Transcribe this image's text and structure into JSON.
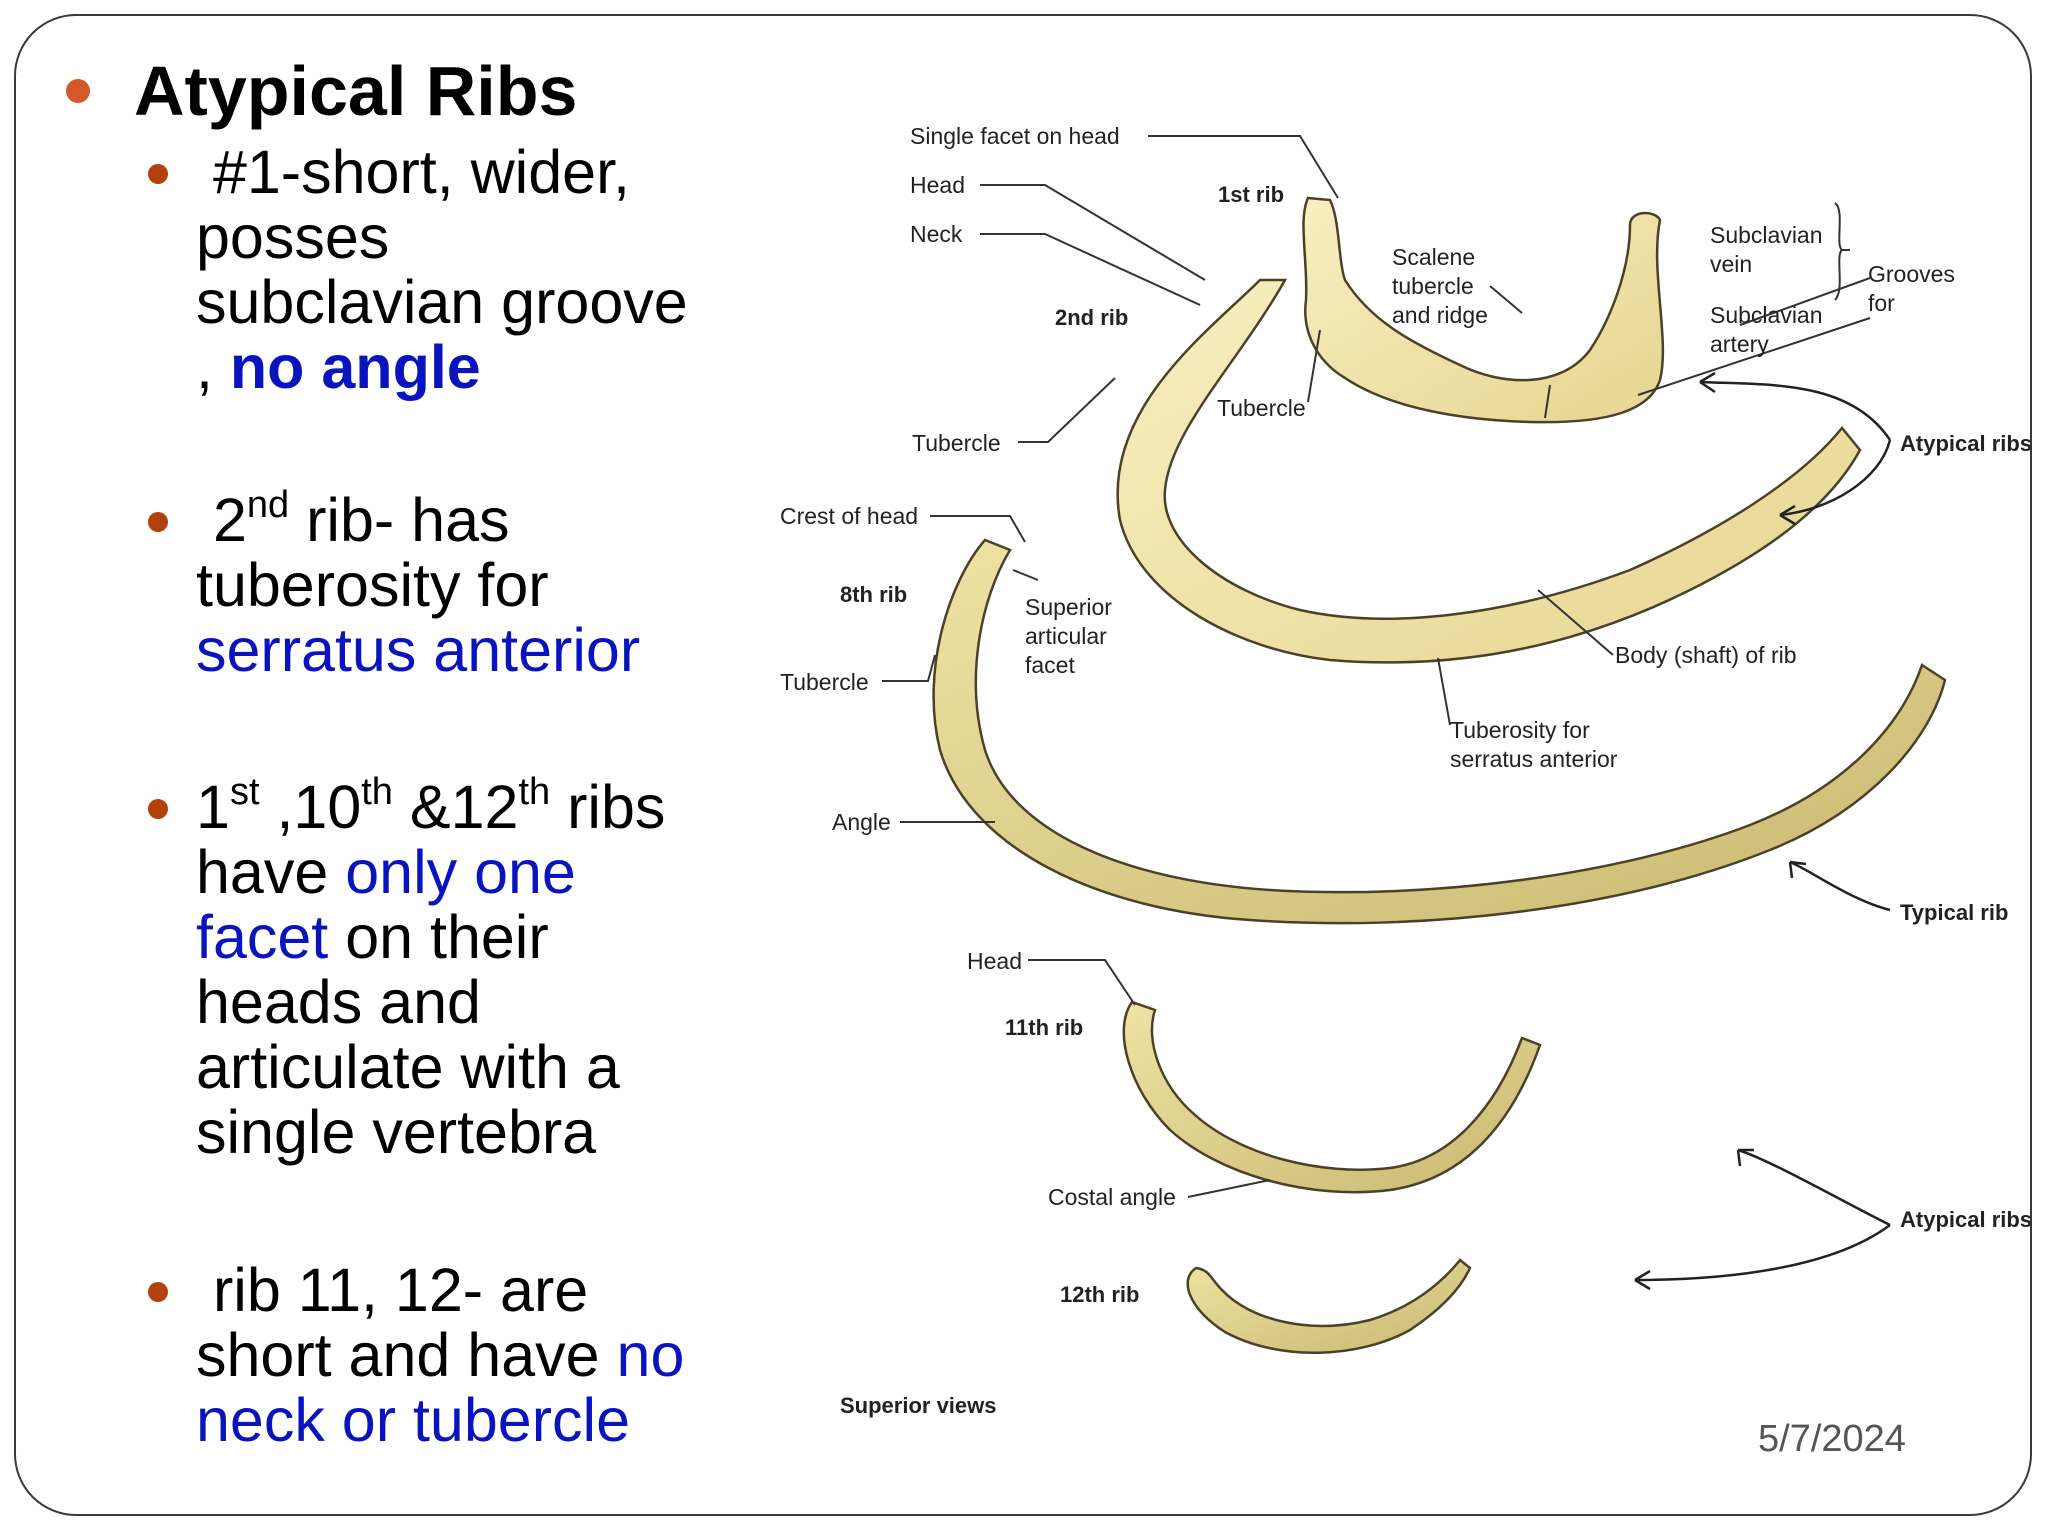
{
  "slide": {
    "title": "Atypical Ribs",
    "date": "5/7/2024",
    "bullets": {
      "b1": {
        "a": "#1-short,  wider,",
        "b": "posses",
        "c": "subclavian groove",
        "d": ", ",
        "e": "no angle"
      },
      "b2": {
        "a": "2",
        "a_sup": "nd",
        "b": " rib- has",
        "c": "tuberosity for",
        "d": "serratus anterior"
      },
      "b3": {
        "a": "1",
        "a_sup": "st",
        "b": " ,10",
        "b_sup": "th",
        "c": " &12",
        "c_sup": "th",
        "d": " ribs",
        "e": "have ",
        "f": "only one",
        "g": "facet",
        "h": " on their",
        "i": "heads and",
        "j": "articulate with a",
        "k": "single vertebra"
      },
      "b4": {
        "a": "rib 11, 12- are",
        "b": "short and have ",
        "c": "no",
        "d": "neck or tubercle"
      }
    }
  },
  "figure": {
    "labels": {
      "single_facet": "Single facet on head",
      "head_top": "Head",
      "neck": "Neck",
      "rib1": "1st rib",
      "rib2": "2nd rib",
      "scalene_1": "Scalene",
      "scalene_2": "tubercle",
      "scalene_3": "and ridge",
      "subclavian_vein_1": "Subclavian",
      "subclavian_vein_2": "vein",
      "subclavian_artery_1": "Subclavian",
      "subclavian_artery_2": "artery",
      "grooves_1": "Grooves",
      "grooves_2": "for",
      "tubercle_1st": "Tubercle",
      "tubercle_2nd": "Tubercle",
      "atypical_top": "Atypical ribs",
      "crest_of_head": "Crest of head",
      "rib8": "8th rib",
      "superior_1": "Superior",
      "superior_2": "articular",
      "superior_3": "facet",
      "tubercle_8th": "Tubercle",
      "body_shaft": "Body (shaft) of rib",
      "tuberosity_1": "Tuberosity for",
      "tuberosity_2": "serratus anterior",
      "angle": "Angle",
      "typical_rib": "Typical rib",
      "head_11": "Head",
      "rib11": "11th rib",
      "costal_angle": "Costal angle",
      "atypical_bottom": "Atypical ribs",
      "rib12": "12th rib",
      "superior_views": "Superior views"
    },
    "colors": {
      "bone_light": "#f5eaae",
      "bone_shade": "#c9b56a",
      "outline": "#4a4128"
    }
  }
}
